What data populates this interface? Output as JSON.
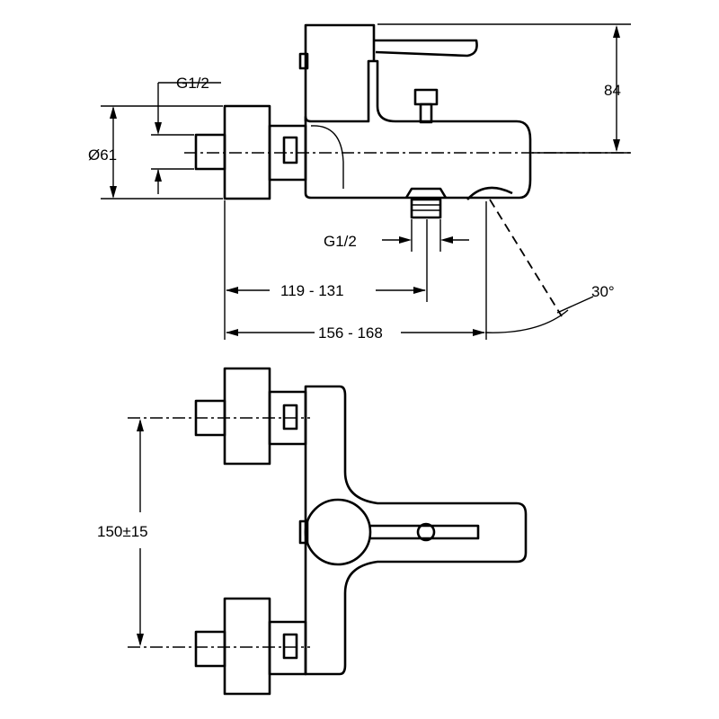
{
  "drawing": {
    "top_view": {
      "height_dim": "84",
      "diameter_dim": "Ø61",
      "inlet_thread": "G1/2",
      "outlet_thread": "G1/2",
      "inner_dim": "119 - 131",
      "outer_dim": "156 - 168",
      "angle": "30°"
    },
    "front_view": {
      "spacing_dim": "150±15"
    },
    "colors": {
      "line": "#000000",
      "background": "#ffffff"
    }
  }
}
